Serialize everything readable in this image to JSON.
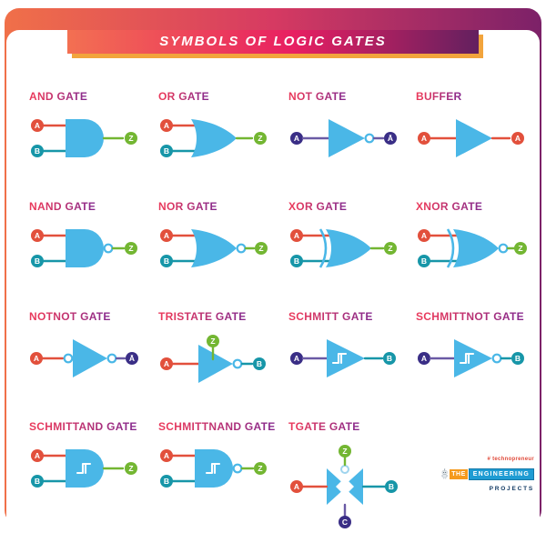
{
  "banner": {
    "title": "SYMBOLS OF LOGIC GATES"
  },
  "colors": {
    "gate_blue": "#4ab7e7",
    "red": "#e2503c",
    "teal": "#1796a8",
    "green": "#73b632",
    "navy": "#3a2e86",
    "line_purple": "#6a5aa5",
    "banner_orange": "#f37052",
    "banner_purple": "#63205f",
    "banner_shadow": "#f2a43c",
    "title_gradient_start": "#e8395c",
    "title_gradient_end": "#8a2a8c"
  },
  "gates": [
    {
      "name": "AND GATE",
      "type": "and",
      "in": [
        {
          "label": "A",
          "color": "red"
        },
        {
          "label": "B",
          "color": "teal"
        }
      ],
      "out": [
        {
          "label": "Z",
          "color": "green"
        }
      ]
    },
    {
      "name": "OR GATE",
      "type": "or",
      "in": [
        {
          "label": "A",
          "color": "red"
        },
        {
          "label": "B",
          "color": "teal"
        }
      ],
      "out": [
        {
          "label": "Z",
          "color": "green"
        }
      ]
    },
    {
      "name": "NOT GATE",
      "type": "not",
      "in": [
        {
          "label": "A",
          "color": "navy"
        }
      ],
      "out": [
        {
          "label": "Ā",
          "color": "navy"
        }
      ]
    },
    {
      "name": "BUFFER",
      "type": "buffer",
      "in": [
        {
          "label": "A",
          "color": "red"
        }
      ],
      "out": [
        {
          "label": "A",
          "color": "red"
        }
      ]
    },
    {
      "name": "NAND GATE",
      "type": "nand",
      "in": [
        {
          "label": "A",
          "color": "red"
        },
        {
          "label": "B",
          "color": "teal"
        }
      ],
      "out": [
        {
          "label": "Z",
          "color": "green"
        }
      ]
    },
    {
      "name": "NOR GATE",
      "type": "nor",
      "in": [
        {
          "label": "A",
          "color": "red"
        },
        {
          "label": "B",
          "color": "teal"
        }
      ],
      "out": [
        {
          "label": "Z",
          "color": "green"
        }
      ]
    },
    {
      "name": "XOR GATE",
      "type": "xor",
      "in": [
        {
          "label": "A",
          "color": "red"
        },
        {
          "label": "B",
          "color": "teal"
        }
      ],
      "out": [
        {
          "label": "Z",
          "color": "green"
        }
      ]
    },
    {
      "name": "XNOR GATE",
      "type": "xnor",
      "in": [
        {
          "label": "A",
          "color": "red"
        },
        {
          "label": "B",
          "color": "teal"
        }
      ],
      "out": [
        {
          "label": "Z",
          "color": "green"
        }
      ]
    },
    {
      "name": "NOTNOT GATE",
      "type": "notnot",
      "in": [
        {
          "label": "A",
          "color": "red"
        }
      ],
      "out": [
        {
          "label": "Ā",
          "color": "navy"
        }
      ]
    },
    {
      "name": "TRISTATE GATE",
      "type": "tristate",
      "in": [
        {
          "label": "A",
          "color": "red"
        }
      ],
      "enable": {
        "label": "Z",
        "color": "green"
      },
      "out": [
        {
          "label": "B",
          "color": "teal"
        }
      ]
    },
    {
      "name": "SCHMITT GATE",
      "type": "schmitt",
      "in": [
        {
          "label": "A",
          "color": "navy"
        }
      ],
      "out": [
        {
          "label": "B",
          "color": "teal"
        }
      ]
    },
    {
      "name": "SCHMITTNOT GATE",
      "type": "schmittnot",
      "in": [
        {
          "label": "A",
          "color": "navy"
        }
      ],
      "out": [
        {
          "label": "B",
          "color": "teal"
        }
      ]
    },
    {
      "name": "SCHMITTAND GATE",
      "type": "schmittand",
      "in": [
        {
          "label": "A",
          "color": "red"
        },
        {
          "label": "B",
          "color": "teal"
        }
      ],
      "out": [
        {
          "label": "Z",
          "color": "green"
        }
      ]
    },
    {
      "name": "SCHMITTNAND GATE",
      "type": "schmittnand",
      "in": [
        {
          "label": "A",
          "color": "red"
        },
        {
          "label": "B",
          "color": "teal"
        }
      ],
      "out": [
        {
          "label": "Z",
          "color": "green"
        }
      ]
    },
    {
      "name": "TGATE GATE",
      "type": "tgate",
      "left": {
        "label": "A",
        "color": "red"
      },
      "right": {
        "label": "B",
        "color": "teal"
      },
      "top": {
        "label": "Z",
        "color": "green"
      },
      "bottom": {
        "label": "C",
        "color": "navy"
      }
    }
  ],
  "logo": {
    "tagline": "# technopreneur",
    "the": "THE",
    "engineering": "ENGINEERING",
    "projects": "PROJECTS",
    "icon": "robot-icon"
  }
}
